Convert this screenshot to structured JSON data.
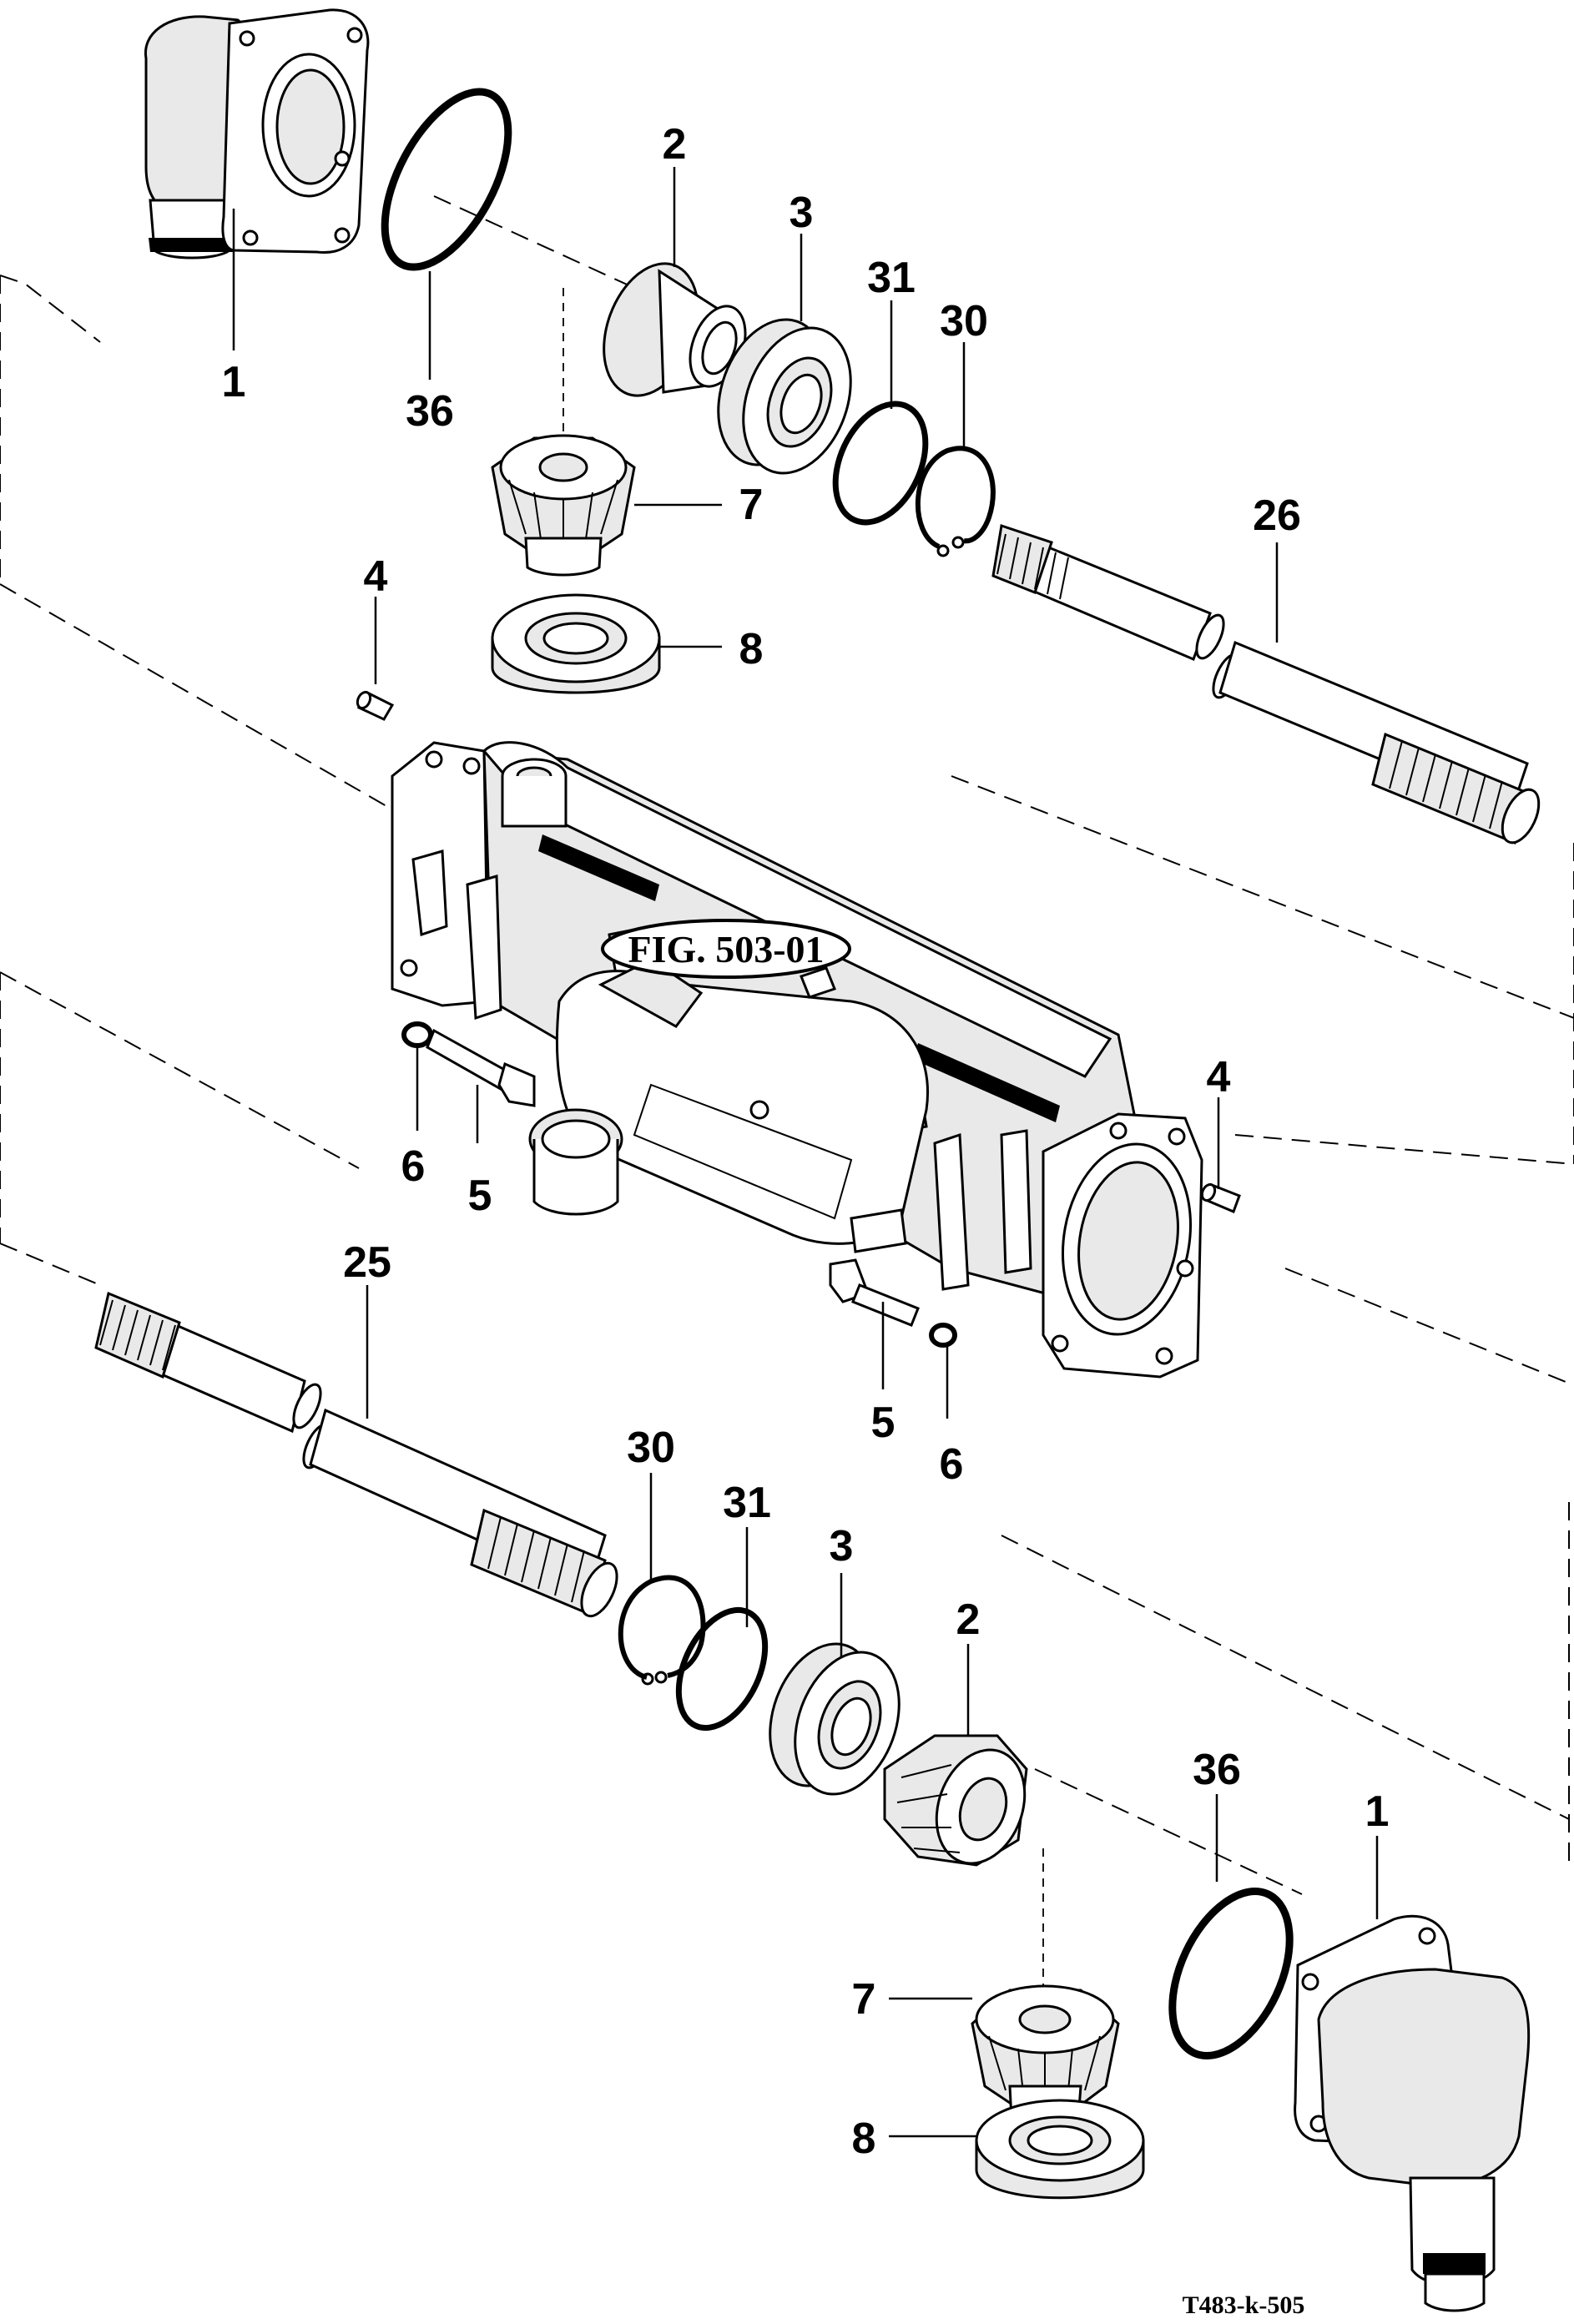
{
  "figure_ref": "FIG. 503-01",
  "drawing_code": "T483-k-505",
  "callouts": {
    "c1_top": "1",
    "c36_top": "36",
    "c2_top": "2",
    "c3_top": "3",
    "c31_top": "31",
    "c30_top": "30",
    "c7_top": "7",
    "c26": "26",
    "c4_left": "4",
    "c8_top": "8",
    "c6_left": "6",
    "c5_left": "5",
    "c4_right": "4",
    "c25": "25",
    "c5_right": "5",
    "c6_right": "6",
    "c30_bottom": "30",
    "c31_bottom": "31",
    "c3_bottom": "3",
    "c2_bottom": "2",
    "c36_bottom": "36",
    "c1_bottom": "1",
    "c7_bottom": "7",
    "c8_bottom": "8"
  },
  "parts": [
    "elbow-housing",
    "o-ring",
    "bevel-gear-sleeve",
    "ball-bearing",
    "shim-ring",
    "snap-ring",
    "bevel-pinion",
    "pinion-bearing",
    "dowel-pin",
    "bolt",
    "washer",
    "axle-housing",
    "drive-shaft-26",
    "drive-shaft-25"
  ]
}
